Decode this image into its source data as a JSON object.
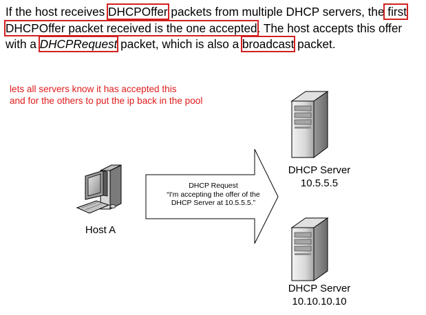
{
  "paragraph": {
    "t1": "If the host receives ",
    "h1": "DHCPOffer",
    "t2": " packets from multiple DHCP servers, the",
    "h2": " first DHCPOffer packet received is the one accepted",
    "t3": ".  The host accepts this offer with a ",
    "h3": "DHCPRequest",
    "t4": " packet, which is also a ",
    "h4": "broadcast",
    "t5": " packet."
  },
  "note": {
    "line1": "lets all servers know it has accepted this",
    "line2": "and for the others to put the ip back in the pool"
  },
  "host": {
    "label": "Host A"
  },
  "arrow": {
    "line1": "DHCP Request",
    "line2": "“I'm accepting the offer of the",
    "line3": "DHCP Server at 10.5.5.5.”"
  },
  "servers": [
    {
      "name": "DHCP Server",
      "ip": "10.5.5.5"
    },
    {
      "name": "DHCP Server",
      "ip": "10.10.10.10"
    }
  ],
  "colors": {
    "highlight": "#d21f1f",
    "note": "#e01b1b"
  }
}
